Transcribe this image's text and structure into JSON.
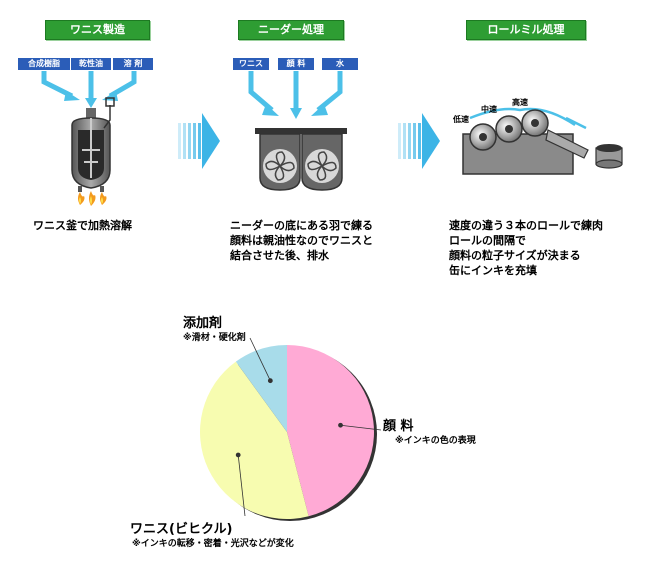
{
  "steps": [
    {
      "title": "ワニス製造",
      "inputs": [
        "合成樹脂",
        "乾性油",
        "溶 剤"
      ],
      "desc": [
        "ワニス釜で加熱溶解"
      ]
    },
    {
      "title": "ニーダー処理",
      "inputs": [
        "ワニス",
        "顔 料",
        "水"
      ],
      "desc": [
        "ニーダーの底にある羽で練る",
        "顔料は親油性なのでワニスと",
        "結合させた後、排水"
      ]
    },
    {
      "title": "ロールミル処理",
      "speeds": [
        "低速",
        "中速",
        "高速"
      ],
      "desc": [
        "速度の違う３本のロールで練肉",
        "ロールの間隔で",
        "顔料の粒子サイズが決まる",
        "缶にインキを充填"
      ]
    }
  ],
  "composition": {
    "segments": [
      {
        "label": "顔 料",
        "sub": "※インキの色の表現",
        "fraction": 0.46,
        "color": "#ffaad5"
      },
      {
        "label": "ワニス(ビヒクル)",
        "sub": "※インキの転移・密着・光沢などが変化",
        "fraction": 0.44,
        "color": "#f7fcb0"
      },
      {
        "label": "添加剤",
        "sub": "※滑材・硬化剤",
        "fraction": 0.1,
        "color": "#a8dcea"
      }
    ]
  },
  "colors": {
    "title_green": "#2e9d33",
    "tag_blue": "#2b5db8",
    "arrow_cyan": "#4cc0e8",
    "machine_gray": "#8a8a8a"
  }
}
